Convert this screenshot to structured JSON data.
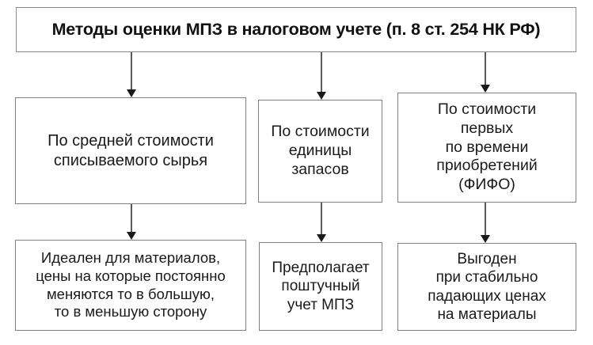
{
  "diagram": {
    "title_box": {
      "text": "Методы оценки МПЗ в налоговом учете (п. 8 ст. 254 НК РФ)"
    },
    "methods": [
      {
        "name": "average-cost",
        "method_text": "По средней стоимости\nсписываемого сырья",
        "detail_text": "Идеален для материалов,\nцены на которые постоянно\nменяются то в большую,\nто в меньшую сторону"
      },
      {
        "name": "unit-cost",
        "method_text": "По стоимости\nединицы\nзапасов",
        "detail_text": "Предполагает\nпоштучный\nучет МПЗ"
      },
      {
        "name": "fifo",
        "method_text": "По стоимости\nпервых\nпо времени\nприобретений\n(ФИФО)",
        "detail_text": "Выгоден\nпри стабильно\nпадающих ценах\nна материалы"
      }
    ],
    "colors": {
      "box_border": "#808080",
      "title_border": "#8a8a8a",
      "text": "#1a1a1a",
      "connector": "#5a5a5a",
      "arrowhead": "#1a1a1a",
      "background": "#ffffff"
    }
  }
}
